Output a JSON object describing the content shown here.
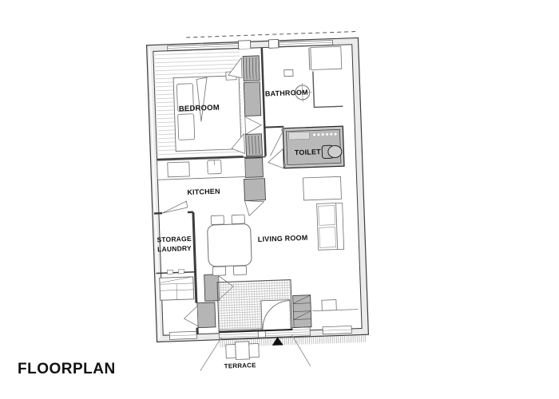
{
  "page": {
    "title": "FLOORPLAN"
  },
  "rooms": {
    "bedroom": "BEDROOM",
    "bathroom": "BATHROOM",
    "toilet": "TOILET",
    "kitchen": "KITCHEN",
    "storage_line1": "STORAGE",
    "storage_line2": "LAUNDRY",
    "living_room": "LIVING ROOM",
    "terrace": "TERRACE"
  },
  "icons": {
    "entrance_arrow": "filled-triangle-up",
    "bathroom_sink": "circle-with-cross",
    "toilet_bowl": "ellipse"
  },
  "colors": {
    "background": "#ffffff",
    "wall_fill": "#ebebeb",
    "wall_stroke": "#3c3c3c",
    "cabinet_fill": "#b5b5b5",
    "toilet_room_fill": "#c6c6c6",
    "furniture_stroke": "#6f6f6f",
    "floor_stripe": "#cfcfcf",
    "label_text": "#111111"
  }
}
